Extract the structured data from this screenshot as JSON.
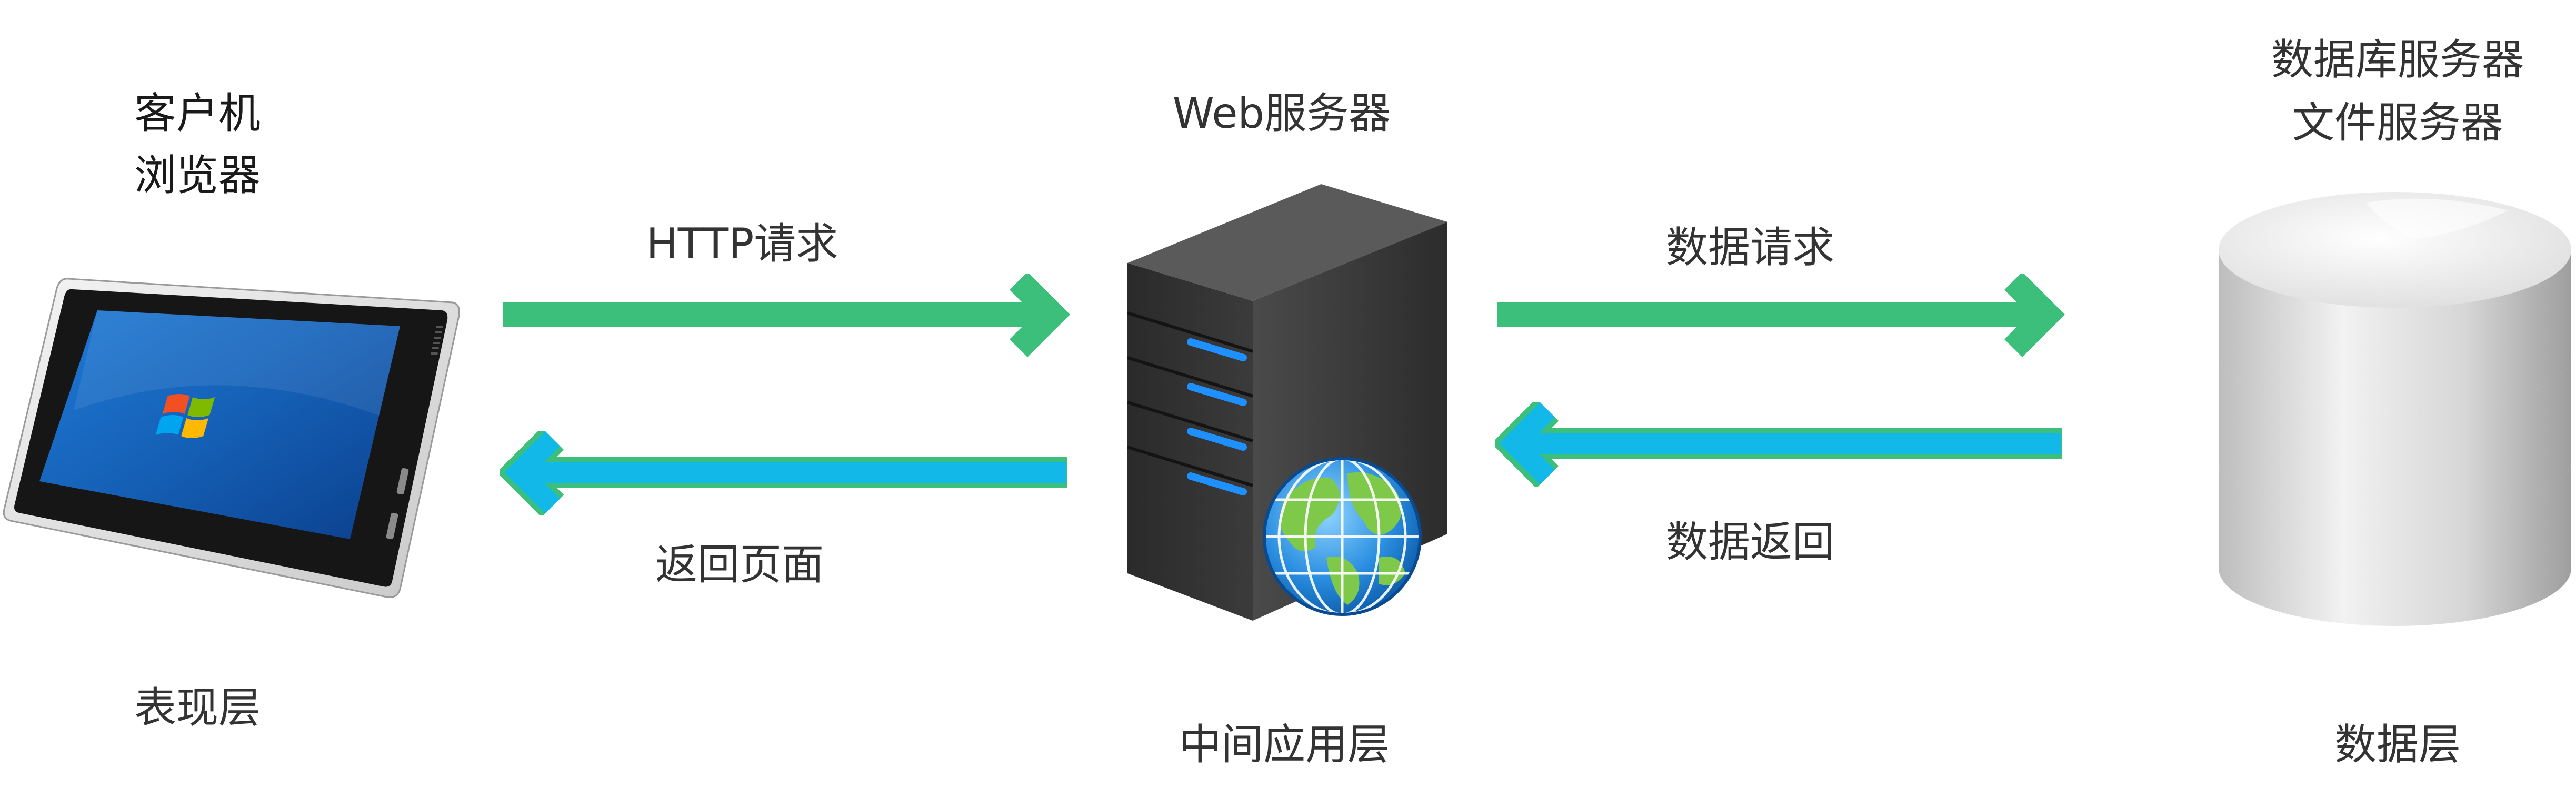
{
  "client": {
    "title_line1": "客户机",
    "title_line2": "浏览器",
    "layer": "表现层",
    "icon": "tablet-icon"
  },
  "web_server": {
    "title": "Web服务器",
    "layer": "中间应用层",
    "icon": "server-globe-icon"
  },
  "data_server": {
    "title_line1": "数据库服务器",
    "title_line2": "文件服务器",
    "layer": "数据层",
    "icon": "database-icon"
  },
  "arrows": {
    "http_request": "HTTP请求",
    "return_page": "返回页面",
    "data_request": "数据请求",
    "data_return": "数据返回"
  },
  "colors": {
    "request_arrow": "#3cbf7a",
    "response_arrow": "#12b8e8"
  }
}
